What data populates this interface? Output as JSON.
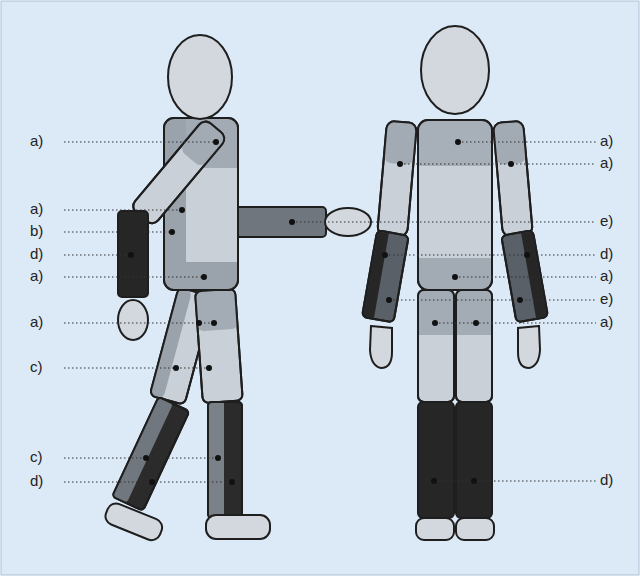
{
  "diagram": {
    "labels": [
      "a)",
      "a)",
      "b)",
      "d)",
      "a)",
      "a)",
      "c)",
      "c)",
      "d)",
      "a)",
      "a)",
      "e)",
      "d)",
      "a)",
      "e)",
      "a)",
      "d)"
    ]
  }
}
